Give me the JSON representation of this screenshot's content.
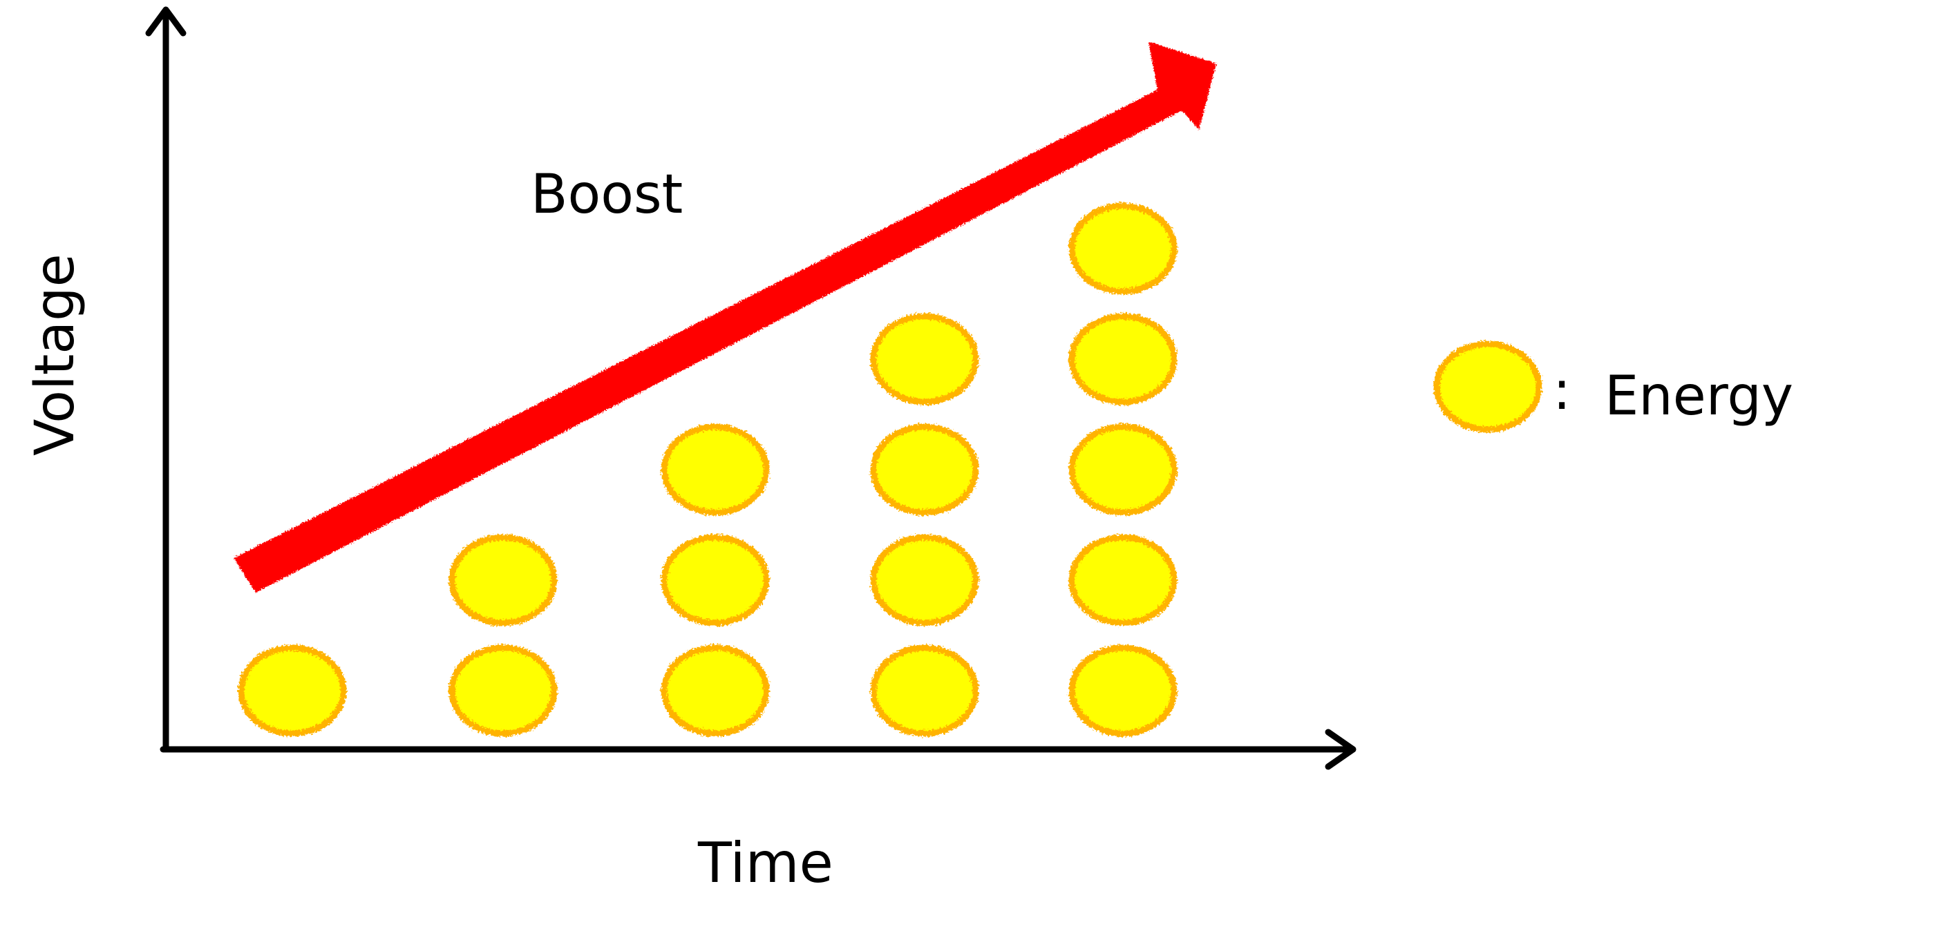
{
  "labels": {
    "y_axis": "Voltage",
    "x_axis": "Time",
    "arrow": "Boost",
    "legend": "Energy",
    "legend_separator": ":"
  },
  "columns": [
    {
      "energy_units": 1
    },
    {
      "energy_units": 2
    },
    {
      "energy_units": 3
    },
    {
      "energy_units": 4
    },
    {
      "energy_units": 5
    }
  ],
  "colors": {
    "axis": "#000000",
    "boost_arrow": "#ff0000",
    "energy_fill": "#ffff00",
    "energy_stroke": "#ffb300"
  },
  "icons": {
    "energy": "energy-blob-icon"
  }
}
